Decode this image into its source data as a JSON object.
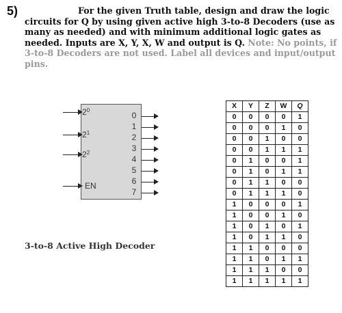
{
  "question": {
    "number": "5)",
    "text": "For the given Truth table, design and draw the logic circuits for Q by using given active high 3-to-8 Decoders (use as many as needed) and with minimum additional logic gates as needed. Inputs are X, Y, X, W and output is Q.",
    "note": "Note: No points, if 3-to-8 Decoders are not used. Label all devices and input/output pins."
  },
  "decoder": {
    "inputs": [
      {
        "base": "2",
        "exp": "0"
      },
      {
        "base": "2",
        "exp": "1"
      },
      {
        "base": "2",
        "exp": "2"
      }
    ],
    "enable": "EN",
    "outputs": [
      "0",
      "1",
      "2",
      "3",
      "4",
      "5",
      "6",
      "7"
    ],
    "caption": "3-to-8 Active High Decoder"
  },
  "truth_table": {
    "headers": [
      "X",
      "Y",
      "Z",
      "W",
      "Q"
    ],
    "rows": [
      [
        "0",
        "0",
        "0",
        "0",
        "1"
      ],
      [
        "0",
        "0",
        "0",
        "1",
        "0"
      ],
      [
        "0",
        "0",
        "1",
        "0",
        "0"
      ],
      [
        "0",
        "0",
        "1",
        "1",
        "1"
      ],
      [
        "0",
        "1",
        "0",
        "0",
        "1"
      ],
      [
        "0",
        "1",
        "0",
        "1",
        "1"
      ],
      [
        "0",
        "1",
        "1",
        "0",
        "0"
      ],
      [
        "0",
        "1",
        "1",
        "1",
        "0"
      ],
      [
        "1",
        "0",
        "0",
        "0",
        "1"
      ],
      [
        "1",
        "0",
        "0",
        "1",
        "0"
      ],
      [
        "1",
        "0",
        "1",
        "0",
        "1"
      ],
      [
        "1",
        "0",
        "1",
        "1",
        "0"
      ],
      [
        "1",
        "1",
        "0",
        "0",
        "0"
      ],
      [
        "1",
        "1",
        "0",
        "1",
        "1"
      ],
      [
        "1",
        "1",
        "1",
        "0",
        "0"
      ],
      [
        "1",
        "1",
        "1",
        "1",
        "1"
      ]
    ]
  }
}
